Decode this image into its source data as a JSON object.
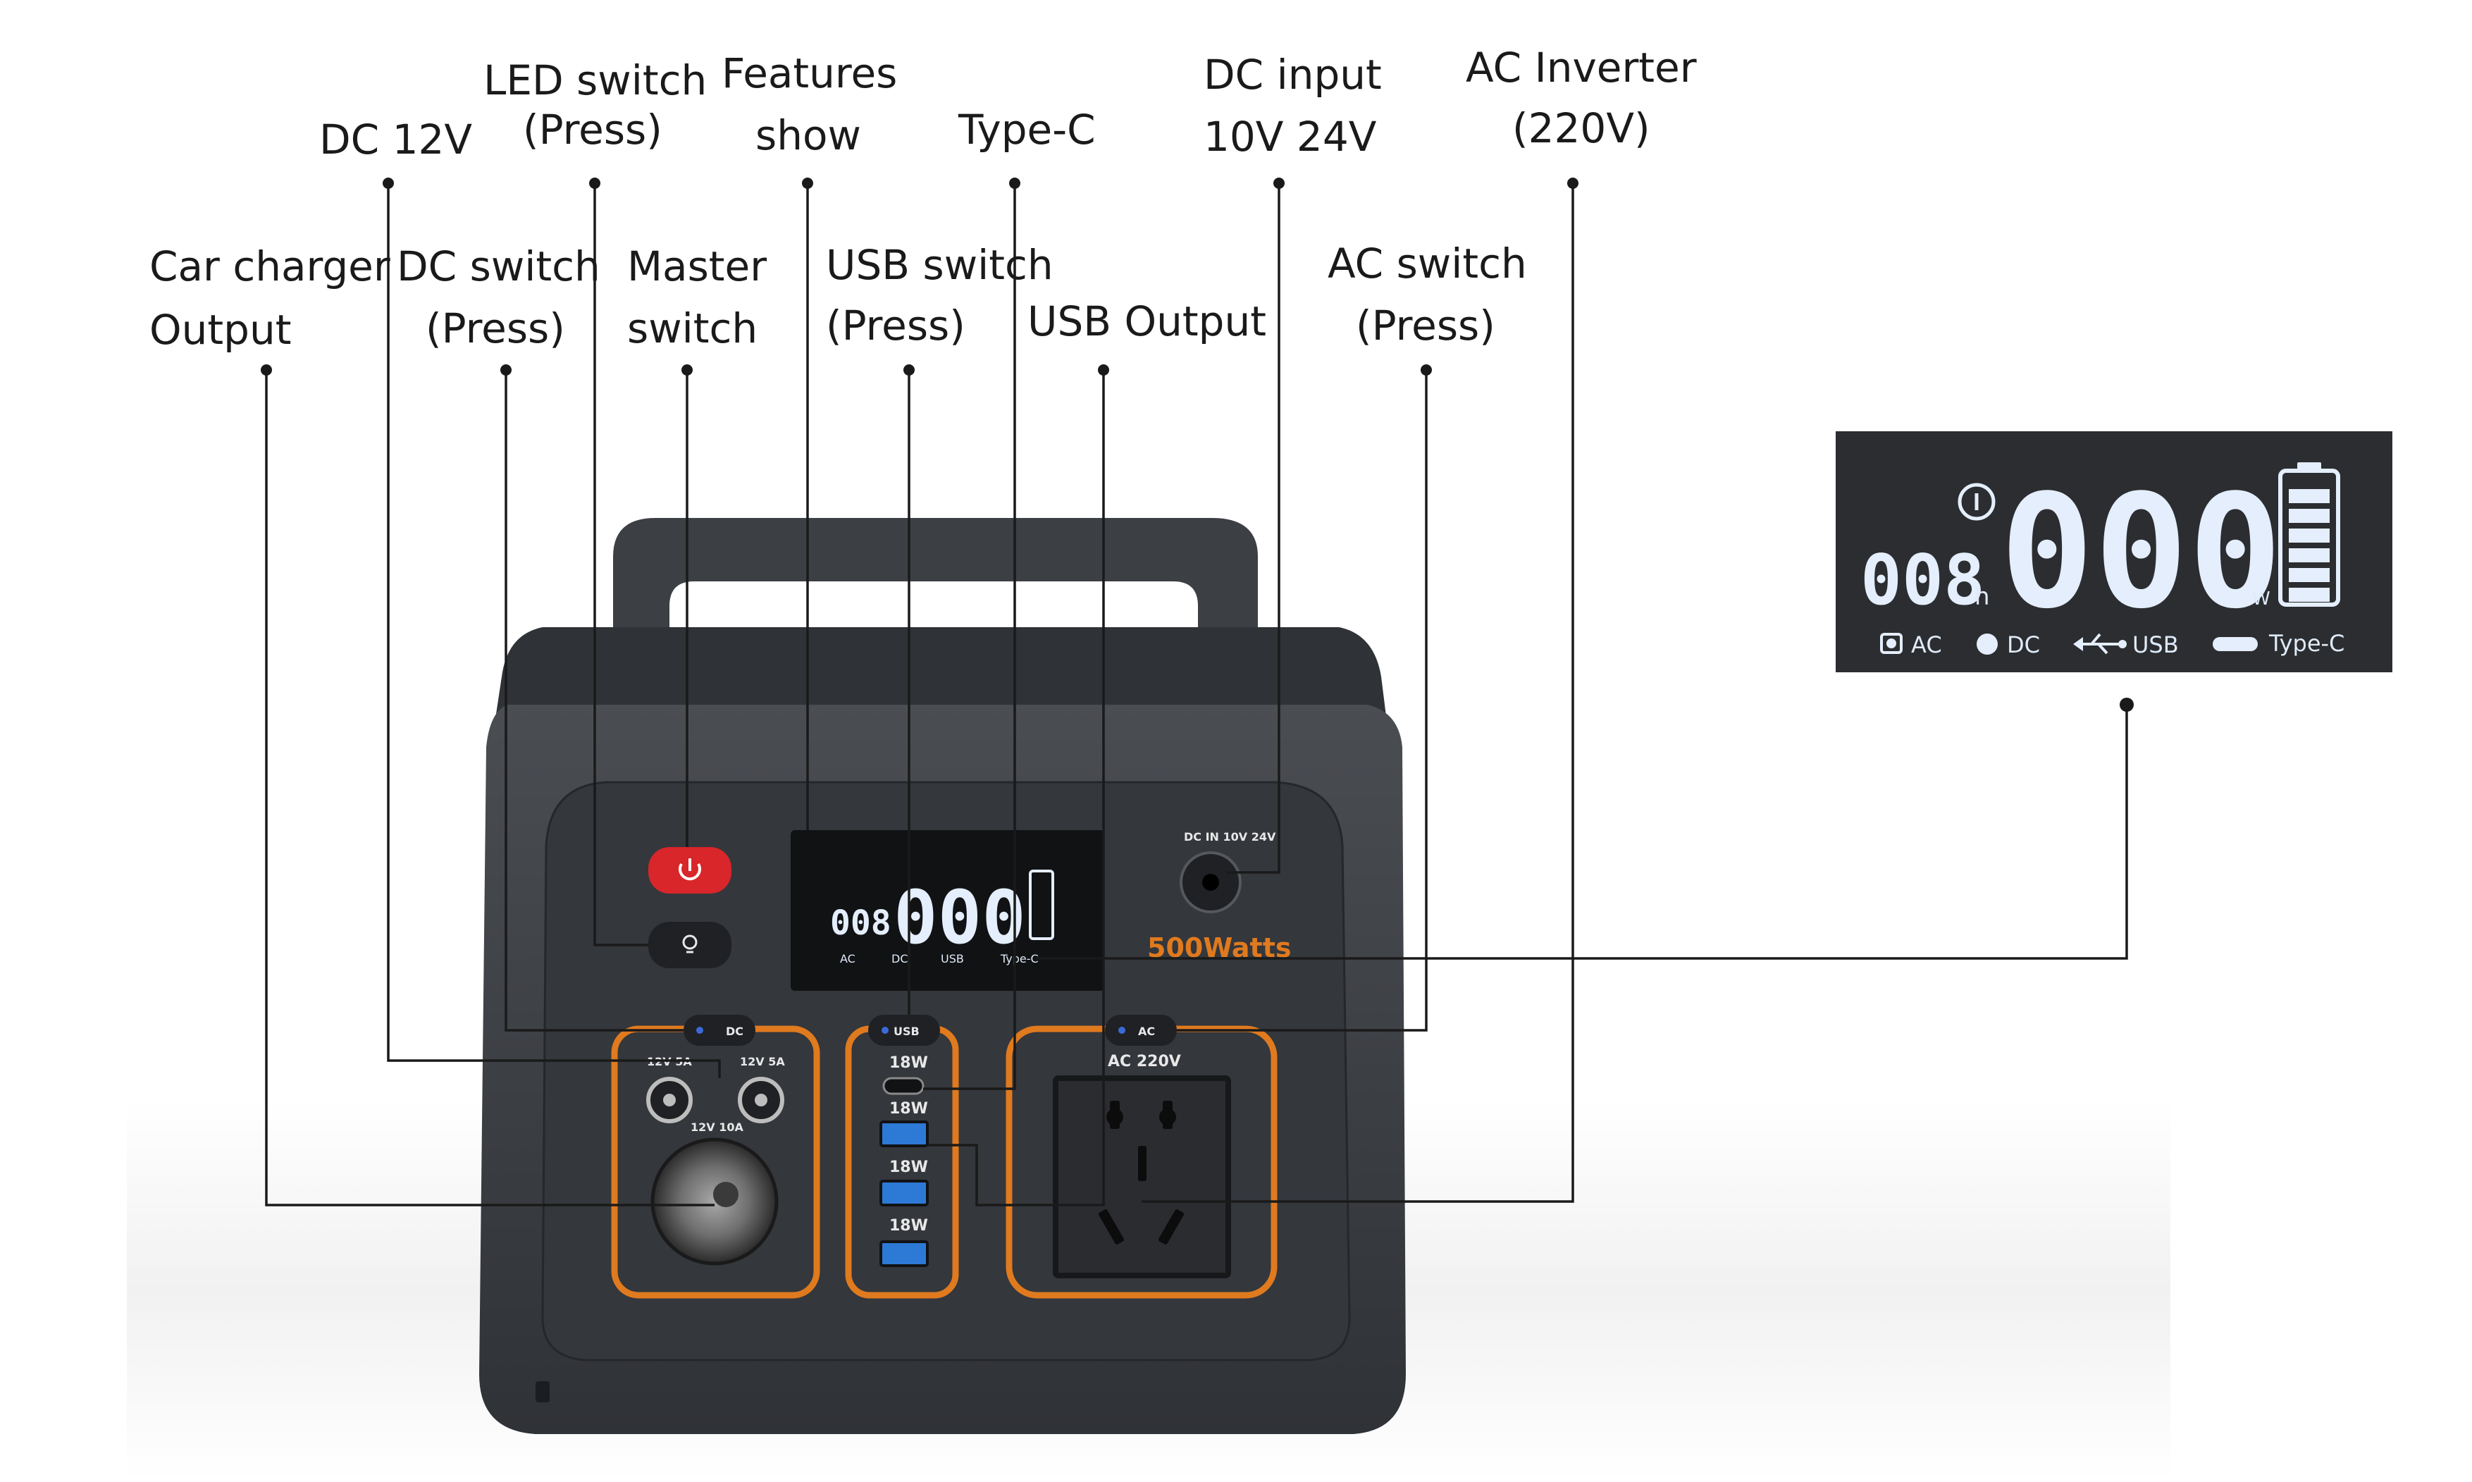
{
  "callouts": {
    "car_charger_line1": "Car charger",
    "car_charger_line2": "Output",
    "dc12_line1": "DC 12V",
    "dc_switch_line1": "DC switch",
    "dc_switch_line2": "(Press)",
    "led_switch_line1": "LED switch",
    "led_switch_line2": "(Press)",
    "master_line1": "Master",
    "master_line2": "switch",
    "features_line1": "Features",
    "features_line2": "show",
    "usb_switch_line1": "USB switch",
    "usb_switch_line2": "(Press)",
    "typec_line1": "Type-C",
    "usb_output_line1": "USB Output",
    "dc_input_line1": "DC input",
    "dc_input_line2": "10V 24V",
    "ac_switch_line1": "AC switch",
    "ac_switch_line2": "(Press)",
    "ac_inverter_line1": "AC Inverter",
    "ac_inverter_line2": "(220V)"
  },
  "device": {
    "brand_label": "500Watts",
    "dc_in_label": "DC IN 10V 24V",
    "dc_button_label": "DC",
    "usb_button_label": "USB",
    "ac_button_label": "AC",
    "dc_port_left": "12V 5A",
    "dc_port_right": "12V 5A",
    "car_port_label": "12V 10A",
    "ac_socket_label": "AC 220V",
    "usb_ports": [
      "18W",
      "18W",
      "18W",
      "18W"
    ]
  },
  "lcd": {
    "hours_value": "008",
    "hours_unit": "h",
    "watts_value": "000",
    "watts_unit": "W",
    "indicators": [
      "AC",
      "DC",
      "USB",
      "Type-C"
    ],
    "battery_level": 1.0
  },
  "colors": {
    "device_body": "#3a3d42",
    "accent_orange": "#e07a1e",
    "power_button": "#d8262a",
    "lcd_background": "#2b2d30",
    "lcd_segment": "#e4eefc",
    "leader_line": "#1a1a1a"
  }
}
